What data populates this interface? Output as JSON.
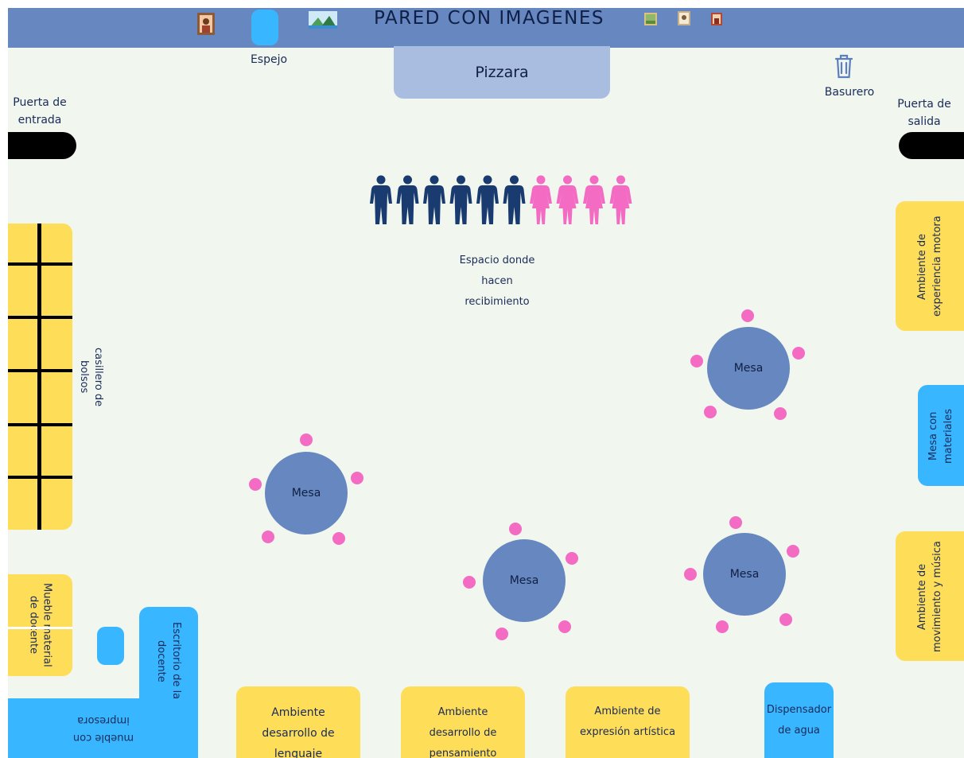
{
  "wall": {
    "title": "PARED CON IMAGENES"
  },
  "labels": {
    "mirror": "Espejo",
    "board": "Pizzara",
    "trash": "Basurero",
    "entry_door": "Puerta de entrada",
    "exit_door": "Puerta de salida",
    "reception": "Espacio donde hacen recibimiento",
    "lockers": "casillero de bolsos"
  },
  "tables": {
    "label": "Mesa"
  },
  "people": {
    "male_count": 6,
    "female_count": 4,
    "male_color": "#1a3b70",
    "female_color": "#f36bc3"
  },
  "areas": {
    "motor": "Ambiente de experiencia motora",
    "materials_table": "Mesa con materiales",
    "movement_music": "Ambiente de movimiento y música",
    "teacher_furniture": "Mueble material de docente",
    "teacher_desk": "Escritorio de la docente",
    "printer_furniture": "mueble con impresora",
    "language": "Ambiente desarrollo de lenguaje",
    "thinking": "Ambiente desarrollo de pensamiento",
    "art": "Ambiente de expresión artística",
    "water": "Dispensador de agua"
  },
  "colors": {
    "wall": "#6687bf",
    "floor": "#f1f7ee",
    "board": "#a8bde0",
    "table": "#6687bf",
    "chair": "#f36bc3",
    "yellow_area": "#fedd58",
    "blue_area": "#38b6ff",
    "mirror": "#38b6ff"
  },
  "icons": [
    "portrait-picture-icon",
    "landscape-picture-icon",
    "trash-can-icon",
    "person-male-icon",
    "person-female-icon"
  ]
}
